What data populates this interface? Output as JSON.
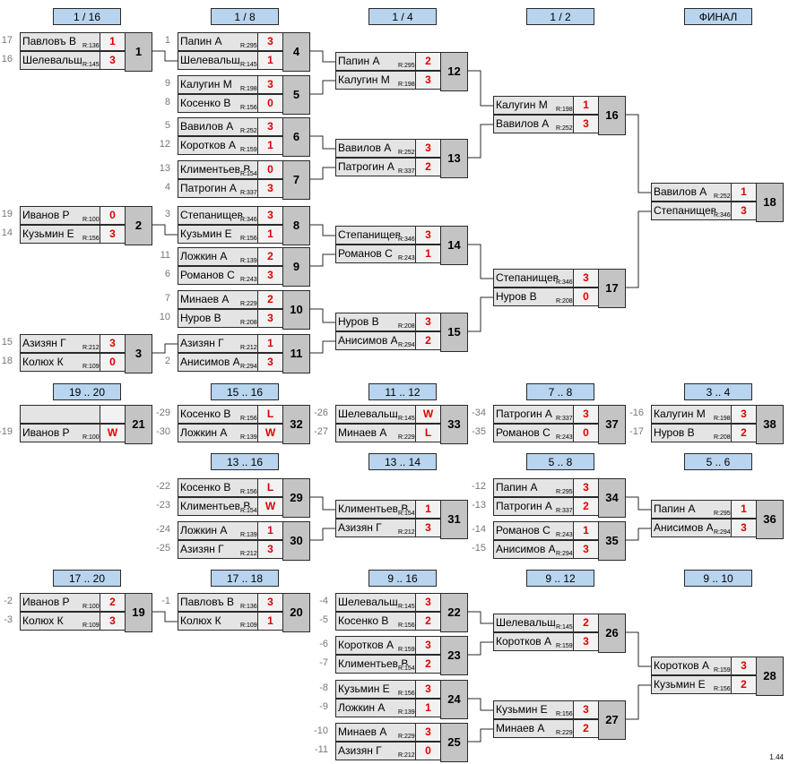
{
  "headers": [
    "1 / 16",
    "1 / 8",
    "1 / 4",
    "1 / 2",
    "ФИНАЛ",
    "19 .. 20",
    "15 .. 16",
    "11 .. 12",
    "7 .. 8",
    "3 .. 4",
    "13 .. 16",
    "13 .. 14",
    "5 .. 8",
    "5 .. 6",
    "17 .. 20",
    "17 .. 18",
    "9 .. 16",
    "9 .. 12",
    "9 .. 10"
  ],
  "version": "1.44",
  "matches": [
    {
      "id": "1",
      "p": [
        {
          "seed": "17",
          "name": "Павловъ В",
          "r": "R:136",
          "s": "1"
        },
        {
          "seed": "16",
          "name": "Шелевальщ",
          "r": "R:145",
          "s": "3"
        }
      ]
    },
    {
      "id": "2",
      "p": [
        {
          "seed": "19",
          "name": "Иванов Р",
          "r": "R:100",
          "s": "0"
        },
        {
          "seed": "14",
          "name": "Кузьмин Е",
          "r": "R:156",
          "s": "3"
        }
      ]
    },
    {
      "id": "3",
      "p": [
        {
          "seed": "15",
          "name": "Азизян Г",
          "r": "R:212",
          "s": "3"
        },
        {
          "seed": "18",
          "name": "Колюх К",
          "r": "R:109",
          "s": "0"
        }
      ]
    },
    {
      "id": "4",
      "p": [
        {
          "seed": "1",
          "name": "Папин А",
          "r": "R:295",
          "s": "3"
        },
        {
          "seed": "",
          "name": "Шелевальщ",
          "r": "R:145",
          "s": "1"
        }
      ]
    },
    {
      "id": "5",
      "p": [
        {
          "seed": "9",
          "name": "Калугин М",
          "r": "R:198",
          "s": "3"
        },
        {
          "seed": "8",
          "name": "Косенко В",
          "r": "R:156",
          "s": "0"
        }
      ]
    },
    {
      "id": "6",
      "p": [
        {
          "seed": "5",
          "name": "Вавилов А",
          "r": "R:252",
          "s": "3"
        },
        {
          "seed": "12",
          "name": "Коротков А",
          "r": "R:159",
          "s": "1"
        }
      ]
    },
    {
      "id": "7",
      "p": [
        {
          "seed": "13",
          "name": "Климентьев В",
          "r": "R:154",
          "s": "0"
        },
        {
          "seed": "4",
          "name": "Патрогин А",
          "r": "R:337",
          "s": "3"
        }
      ]
    },
    {
      "id": "8",
      "p": [
        {
          "seed": "3",
          "name": "Степанищев",
          "r": "R:346",
          "s": "3"
        },
        {
          "seed": "",
          "name": "Кузьмин Е",
          "r": "R:156",
          "s": "1"
        }
      ]
    },
    {
      "id": "9",
      "p": [
        {
          "seed": "11",
          "name": "Ложкин А",
          "r": "R:139",
          "s": "2"
        },
        {
          "seed": "6",
          "name": "Романов С",
          "r": "R:243",
          "s": "3"
        }
      ]
    },
    {
      "id": "10",
      "p": [
        {
          "seed": "7",
          "name": "Минаев А",
          "r": "R:229",
          "s": "2"
        },
        {
          "seed": "10",
          "name": "Нуров В",
          "r": "R:208",
          "s": "3"
        }
      ]
    },
    {
      "id": "11",
      "p": [
        {
          "seed": "",
          "name": "Азизян Г",
          "r": "R:212",
          "s": "1"
        },
        {
          "seed": "2",
          "name": "Анисимов А",
          "r": "R:294",
          "s": "3"
        }
      ]
    },
    {
      "id": "12",
      "p": [
        {
          "seed": "",
          "name": "Папин А",
          "r": "R:295",
          "s": "2"
        },
        {
          "seed": "",
          "name": "Калугин М",
          "r": "R:198",
          "s": "3"
        }
      ]
    },
    {
      "id": "13",
      "p": [
        {
          "seed": "",
          "name": "Вавилов А",
          "r": "R:252",
          "s": "3"
        },
        {
          "seed": "",
          "name": "Патрогин А",
          "r": "R:337",
          "s": "2"
        }
      ]
    },
    {
      "id": "14",
      "p": [
        {
          "seed": "",
          "name": "Степанищев",
          "r": "R:346",
          "s": "3"
        },
        {
          "seed": "",
          "name": "Романов С",
          "r": "R:243",
          "s": "1"
        }
      ]
    },
    {
      "id": "15",
      "p": [
        {
          "seed": "",
          "name": "Нуров В",
          "r": "R:208",
          "s": "3"
        },
        {
          "seed": "",
          "name": "Анисимов А",
          "r": "R:294",
          "s": "2"
        }
      ]
    },
    {
      "id": "16",
      "p": [
        {
          "seed": "",
          "name": "Калугин М",
          "r": "R:198",
          "s": "1"
        },
        {
          "seed": "",
          "name": "Вавилов А",
          "r": "R:252",
          "s": "3"
        }
      ]
    },
    {
      "id": "17",
      "p": [
        {
          "seed": "",
          "name": "Степанищев",
          "r": "R:346",
          "s": "3"
        },
        {
          "seed": "",
          "name": "Нуров В",
          "r": "R:208",
          "s": "0"
        }
      ]
    },
    {
      "id": "18",
      "p": [
        {
          "seed": "",
          "name": "Вавилов А",
          "r": "R:252",
          "s": "1"
        },
        {
          "seed": "",
          "name": "Степанищев",
          "r": "R:346",
          "s": "3"
        }
      ]
    },
    {
      "id": "21",
      "p": [
        {
          "seed": "",
          "name": "",
          "r": "",
          "s": ""
        },
        {
          "seed": "-19",
          "name": "Иванов Р",
          "r": "R:100",
          "s": "W"
        }
      ]
    },
    {
      "id": "32",
      "p": [
        {
          "seed": "-29",
          "name": "Косенко В",
          "r": "R:156",
          "s": "L"
        },
        {
          "seed": "-30",
          "name": "Ложкин А",
          "r": "R:139",
          "s": "W"
        }
      ]
    },
    {
      "id": "33",
      "p": [
        {
          "seed": "-26",
          "name": "Шелевальщ",
          "r": "R:145",
          "s": "W"
        },
        {
          "seed": "-27",
          "name": "Минаев А",
          "r": "R:229",
          "s": "L"
        }
      ]
    },
    {
      "id": "37",
      "p": [
        {
          "seed": "-34",
          "name": "Патрогин А",
          "r": "R:337",
          "s": "3"
        },
        {
          "seed": "-35",
          "name": "Романов С",
          "r": "R:243",
          "s": "0"
        }
      ]
    },
    {
      "id": "38",
      "p": [
        {
          "seed": "-16",
          "name": "Калугин М",
          "r": "R:198",
          "s": "3"
        },
        {
          "seed": "-17",
          "name": "Нуров В",
          "r": "R:208",
          "s": "2"
        }
      ]
    },
    {
      "id": "29",
      "p": [
        {
          "seed": "-22",
          "name": "Косенко В",
          "r": "R:156",
          "s": "L"
        },
        {
          "seed": "-23",
          "name": "Климентьев В",
          "r": "R:154",
          "s": "W"
        }
      ]
    },
    {
      "id": "30",
      "p": [
        {
          "seed": "-24",
          "name": "Ложкин А",
          "r": "R:139",
          "s": "1"
        },
        {
          "seed": "-25",
          "name": "Азизян Г",
          "r": "R:212",
          "s": "3"
        }
      ]
    },
    {
      "id": "31",
      "p": [
        {
          "seed": "",
          "name": "Климентьев В",
          "r": "R:154",
          "s": "1"
        },
        {
          "seed": "",
          "name": "Азизян Г",
          "r": "R:212",
          "s": "3"
        }
      ]
    },
    {
      "id": "34",
      "p": [
        {
          "seed": "-12",
          "name": "Папин А",
          "r": "R:295",
          "s": "3"
        },
        {
          "seed": "-13",
          "name": "Патрогин А",
          "r": "R:337",
          "s": "2"
        }
      ]
    },
    {
      "id": "35",
      "p": [
        {
          "seed": "-14",
          "name": "Романов С",
          "r": "R:243",
          "s": "1"
        },
        {
          "seed": "-15",
          "name": "Анисимов А",
          "r": "R:294",
          "s": "3"
        }
      ]
    },
    {
      "id": "36",
      "p": [
        {
          "seed": "",
          "name": "Папин А",
          "r": "R:295",
          "s": "1"
        },
        {
          "seed": "",
          "name": "Анисимов А",
          "r": "R:294",
          "s": "3"
        }
      ]
    },
    {
      "id": "19",
      "p": [
        {
          "seed": "-2",
          "name": "Иванов Р",
          "r": "R:100",
          "s": "2"
        },
        {
          "seed": "-3",
          "name": "Колюх К",
          "r": "R:109",
          "s": "3"
        }
      ]
    },
    {
      "id": "20",
      "p": [
        {
          "seed": "-1",
          "name": "Павловъ В",
          "r": "R:136",
          "s": "3"
        },
        {
          "seed": "",
          "name": "Колюх К",
          "r": "R:109",
          "s": "1"
        }
      ]
    },
    {
      "id": "22",
      "p": [
        {
          "seed": "-4",
          "name": "Шелевальщ",
          "r": "R:145",
          "s": "3"
        },
        {
          "seed": "-5",
          "name": "Косенко В",
          "r": "R:156",
          "s": "2"
        }
      ]
    },
    {
      "id": "23",
      "p": [
        {
          "seed": "-6",
          "name": "Коротков А",
          "r": "R:159",
          "s": "3"
        },
        {
          "seed": "-7",
          "name": "Климентьев В",
          "r": "R:154",
          "s": "2"
        }
      ]
    },
    {
      "id": "24",
      "p": [
        {
          "seed": "-8",
          "name": "Кузьмин Е",
          "r": "R:156",
          "s": "3"
        },
        {
          "seed": "-9",
          "name": "Ложкин А",
          "r": "R:139",
          "s": "1"
        }
      ]
    },
    {
      "id": "25",
      "p": [
        {
          "seed": "-10",
          "name": "Минаев А",
          "r": "R:229",
          "s": "3"
        },
        {
          "seed": "-11",
          "name": "Азизян Г",
          "r": "R:212",
          "s": "0"
        }
      ]
    },
    {
      "id": "26",
      "p": [
        {
          "seed": "",
          "name": "Шелевальщ",
          "r": "R:145",
          "s": "2"
        },
        {
          "seed": "",
          "name": "Коротков А",
          "r": "R:159",
          "s": "3"
        }
      ]
    },
    {
      "id": "27",
      "p": [
        {
          "seed": "",
          "name": "Кузьмин Е",
          "r": "R:156",
          "s": "3"
        },
        {
          "seed": "",
          "name": "Минаев А",
          "r": "R:229",
          "s": "2"
        }
      ]
    },
    {
      "id": "28",
      "p": [
        {
          "seed": "",
          "name": "Коротков А",
          "r": "R:159",
          "s": "3"
        },
        {
          "seed": "",
          "name": "Кузьмин Е",
          "r": "R:156",
          "s": "2"
        }
      ]
    }
  ]
}
